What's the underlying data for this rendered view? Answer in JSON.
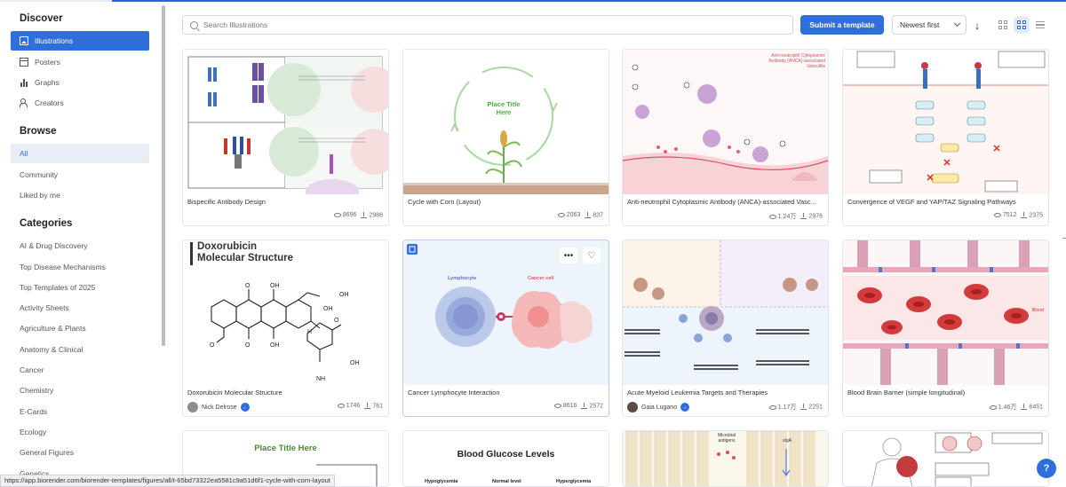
{
  "sidebar": {
    "discover_heading": "Discover",
    "discover_items": [
      {
        "label": "Illustrations",
        "icon": "image-icon"
      },
      {
        "label": "Posters",
        "icon": "poster-icon"
      },
      {
        "label": "Graphs",
        "icon": "graph-icon"
      },
      {
        "label": "Creators",
        "icon": "creators-icon"
      }
    ],
    "browse_heading": "Browse",
    "browse_items": [
      "All",
      "Community",
      "Liked by me"
    ],
    "categories_heading": "Categories",
    "categories": [
      "AI & Drug Discovery",
      "Top Disease Mechanisms",
      "Top Templates of 2025",
      "Activity Sheets",
      "Agriculture & Plants",
      "Anatomy & Clinical",
      "Cancer",
      "Chemistry",
      "E-Cards",
      "Ecology",
      "General Figures",
      "Genetics"
    ]
  },
  "toolbar": {
    "search_placeholder": "Search Illustrations",
    "submit_label": "Submit a template",
    "sort_value": "Newest first",
    "sort_dir_icon": "↓"
  },
  "cards": [
    {
      "title": "Bispecific Antibody Design",
      "views": "8696",
      "downloads": "2986"
    },
    {
      "title": "Cycle with Corn (Layout)",
      "views": "2063",
      "downloads": "837",
      "thumb_text": "Place Title Here"
    },
    {
      "title": "Anti-neutrophil Cytoplasmic Antibody (ANCA)-associated Vasc...",
      "views": "1.24万",
      "downloads": "2976",
      "thumb_text": "Anti-neutrophil Cytoplasmic Antibody (ANCA)-associated Vasculitis"
    },
    {
      "title": "Convergence of VEGF and YAP/TAZ Signaling Pathways",
      "views": "7512",
      "downloads": "2375"
    },
    {
      "title": "Doxorubicin Molecular Structure",
      "author": "Nick Delrose",
      "views": "1746",
      "downloads": "761",
      "thumb_title": "Doxorubicin",
      "thumb_subtitle": "Molecular Structure"
    },
    {
      "title": "Cancer Lymphocyte Interaction",
      "views": "8616",
      "downloads": "2572",
      "thumb_label_a": "Lymphocyte",
      "thumb_label_b": "Cancer cell"
    },
    {
      "title": "Acute Myeloid Leukemia Targets and Therapies",
      "author": "Gaia Lugano",
      "views": "1.17万",
      "downloads": "2251"
    },
    {
      "title": "Blood Brain Barrier (simple longitudinal)",
      "views": "1.46万",
      "downloads": "6451",
      "thumb_text": "Blood"
    },
    {
      "title": "",
      "thumb_text": "Place Title Here"
    },
    {
      "title": "",
      "thumb_text": "Blood Glucose Levels",
      "thumb_cols": [
        "Hypoglycemia",
        "Normal level",
        "Hyperglycemia"
      ]
    },
    {
      "title": "",
      "thumb_text": "Microbial antigens",
      "thumb_text2": "sIgA"
    },
    {
      "title": ""
    }
  ],
  "status_url": "https://app.biorender.com/biorender-templates/figures/all/t-65bd73322ea5581c9a51d6f1-cycle-with-corn-layout",
  "help_label": "?",
  "colors": {
    "accent": "#2f6fdb",
    "active_grey": "#e9eef6"
  }
}
